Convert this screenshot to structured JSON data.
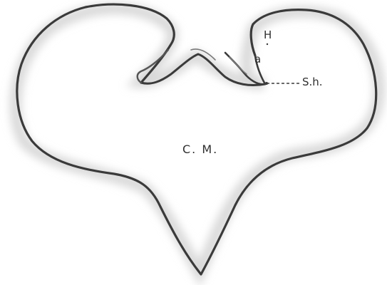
{
  "labels": {
    "center": "C. M.",
    "h": "H",
    "a": "a",
    "sh": "S.h."
  },
  "colors": {
    "line": "#3a3a3a",
    "shade": "#cfcfcf",
    "background": "#ffffff"
  }
}
